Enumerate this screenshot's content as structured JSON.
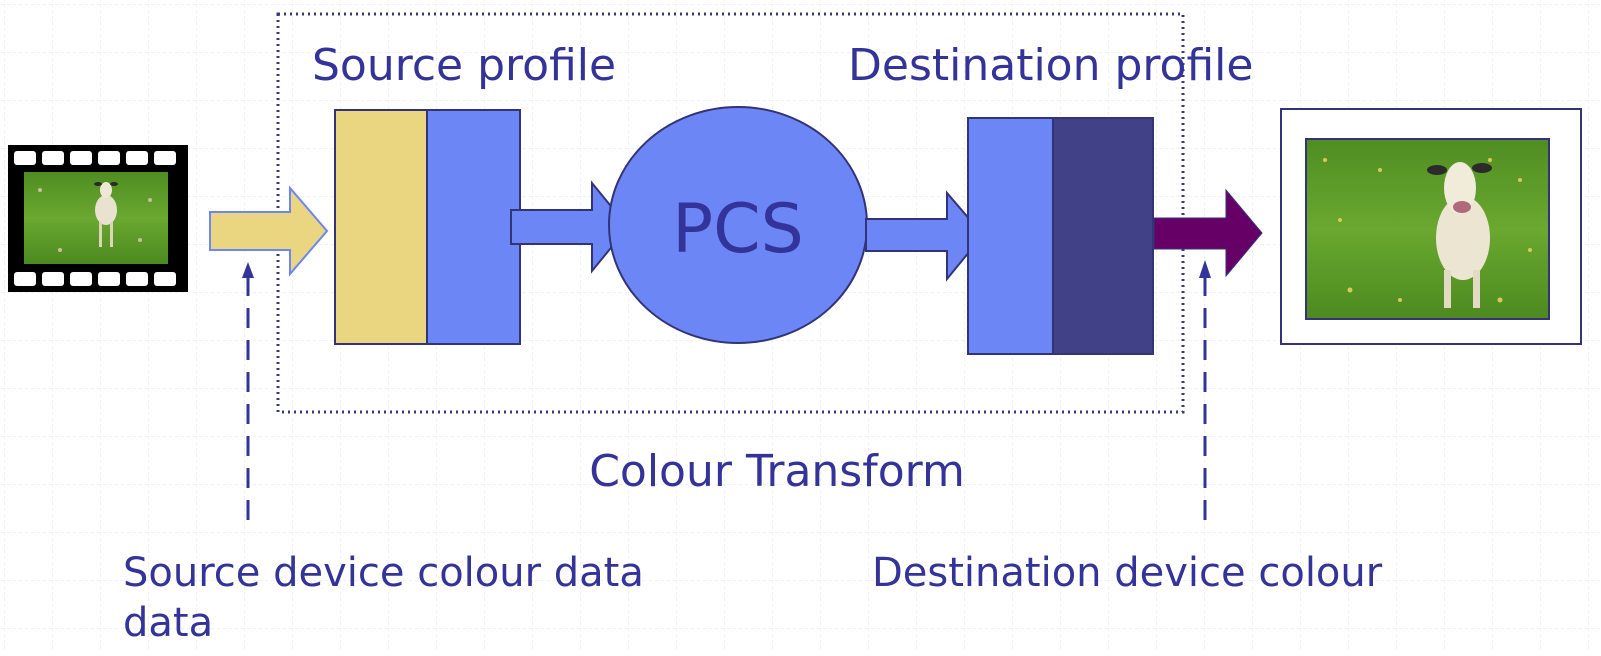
{
  "labels": {
    "source_profile": "Source profile",
    "destination_profile": "Destination profile",
    "pcs": "PCS",
    "colour_transform": "Colour Transform",
    "source_device_line1": "Source device colour data",
    "source_device_line2": "data",
    "destination_device": "Destination device colour"
  },
  "colors": {
    "text": "#333399",
    "grid": "#d4dbe4",
    "light_blue": "#6c86f5",
    "dark_blue": "#414188",
    "tan": "#ead681",
    "purple": "#660066",
    "border": "#333377",
    "grass": "#5a9a2c"
  },
  "icons": [
    "film-strip-icon",
    "framed-photo-icon"
  ]
}
